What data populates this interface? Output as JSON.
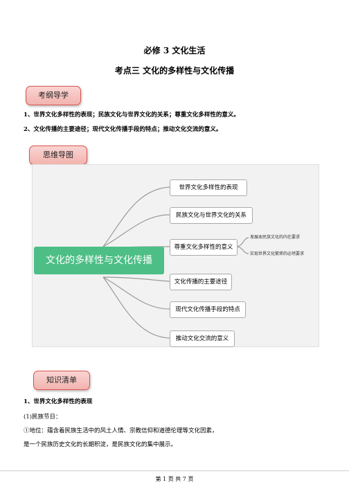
{
  "header": {
    "title": "必修 3 文化生活",
    "subtitle": "考点三 文化的多样性与文化传播"
  },
  "sections": {
    "outline_badge": "考纲导学",
    "mindmap_badge": "思维导图",
    "knowledge_badge": "知识清单"
  },
  "outline": [
    "1、世界文化多样性的表现；民族文化与世界文化的关系；尊重文化多样性的意义。",
    "2、文化传播的主要途径；现代文化传播手段的特点；推动文化交流的意义。"
  ],
  "mindmap": {
    "root": "文化的多样性与文化传播",
    "branches": [
      "世界文化多样性的表现",
      "民族文化与世界文化的关系",
      "尊重文化多样性的意义",
      "文化传播的主要途径",
      "现代文化传播手段的特点",
      "推动文化交流的意义"
    ],
    "sub_branches": [
      "发展本民族文化的内在要求",
      "实现世界文化繁荣的必然要求"
    ],
    "root_color": "#4dbf86",
    "branch_border": "#aaaaaa"
  },
  "knowledge": {
    "heading": "1、世界文化多样性的表现",
    "item1": "(1)民族节日：",
    "item2": "①地位：蕴含着民族生活中的风土人情、宗教信仰和道德伦理等文化因素，",
    "item3": "是一个民族历史文化的长期积淀，是民族文化的集中展示。"
  },
  "footer": {
    "page": "第 1 页  共 7 页"
  }
}
